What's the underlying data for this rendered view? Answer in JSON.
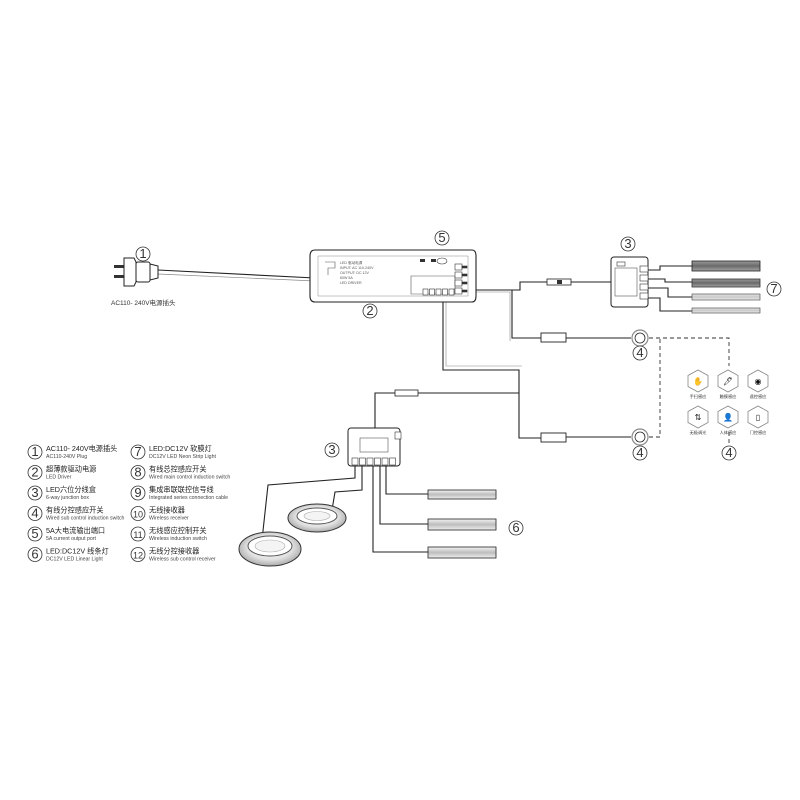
{
  "plug_label": "AC110- 240V电源插头",
  "callouts": [
    "1",
    "2",
    "3",
    "4",
    "5",
    "6",
    "7"
  ],
  "driver": {
    "lines": [
      "LED 驱动电源",
      "INPUT: AC 110-240V",
      "OUTPUT: DC 12V",
      "60W  5A",
      "LED DRIVER"
    ]
  },
  "sensor_icons": [
    "手扫感应",
    "触摸感应",
    "遥控感应",
    "无极调光",
    "人体感应",
    "门控感应"
  ],
  "cable_tag": "",
  "legend": [
    {
      "num": "1",
      "cn": "AC110- 240V电源插头",
      "en": "AC110-240V Plug"
    },
    {
      "num": "2",
      "cn": "超薄款驱动电源",
      "en": "LED Driver"
    },
    {
      "num": "3",
      "cn": "LED六位分线盒",
      "en": "6-way junction box"
    },
    {
      "num": "4",
      "cn": "有线分控感应开关",
      "en": "Wired sub control induction switch"
    },
    {
      "num": "5",
      "cn": "5A大电流输出端口",
      "en": "5A current output port"
    },
    {
      "num": "6",
      "cn": "LED:DC12V 线条灯",
      "en": "DC12V LED Linear Light"
    },
    {
      "num": "7",
      "cn": "LED:DC12V 软膜灯",
      "en": "DC12V LED Neon Strip Light"
    },
    {
      "num": "8",
      "cn": "有线总控感应开关",
      "en": "Wired main control induction switch"
    },
    {
      "num": "9",
      "cn": "集成串联联控信号线",
      "en": "Integrated series connection cable"
    },
    {
      "num": "10",
      "cn": "无线接收器",
      "en": "Wireless receiver"
    },
    {
      "num": "11",
      "cn": "无线感应控制开关",
      "en": "Wireless induction switch"
    },
    {
      "num": "12",
      "cn": "无线分控接收器",
      "en": "Wireless sub control receiver"
    }
  ]
}
